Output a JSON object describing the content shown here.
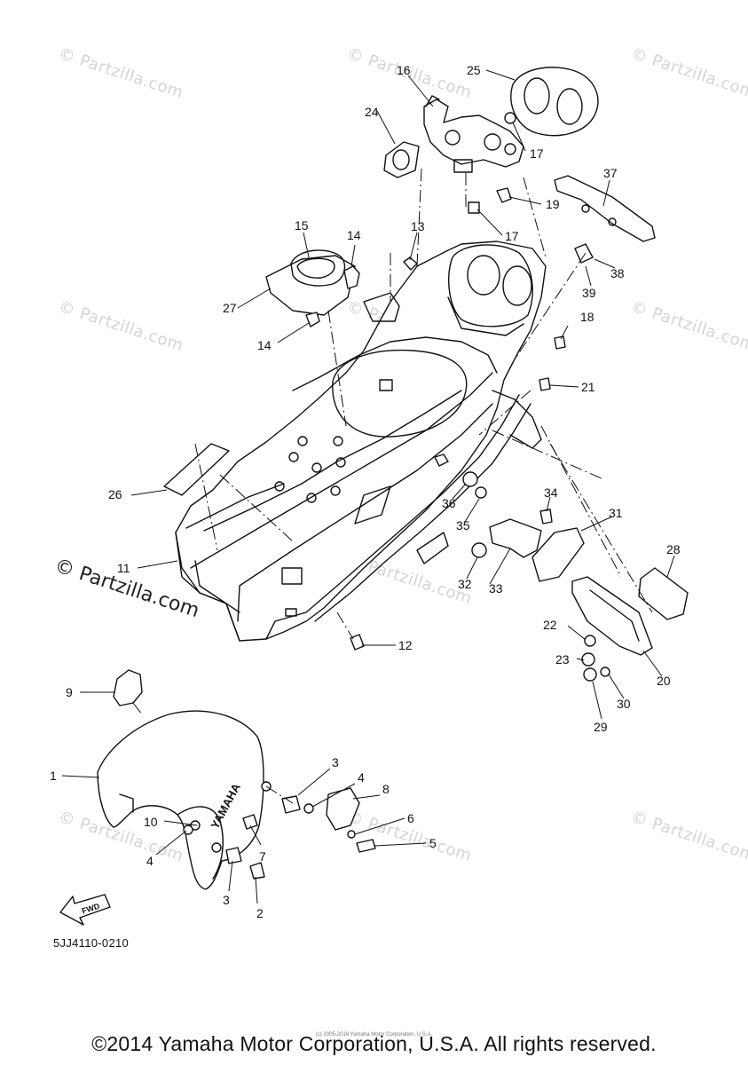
{
  "watermark": {
    "text": "© Partzilla.com",
    "main_text": "© Partzilla.com"
  },
  "callouts": [
    "1",
    "2",
    "3",
    "3",
    "4",
    "4",
    "5",
    "6",
    "7",
    "8",
    "9",
    "10",
    "11",
    "12",
    "13",
    "14",
    "14",
    "15",
    "16",
    "17",
    "17",
    "18",
    "19",
    "20",
    "21",
    "22",
    "23",
    "24",
    "25",
    "26",
    "27",
    "28",
    "29",
    "30",
    "31",
    "32",
    "33",
    "34",
    "35",
    "36",
    "37",
    "38",
    "39"
  ],
  "fwd_label": "FWD",
  "brand_label": "YAMAHA",
  "reference_code": "5JJ4110-0210",
  "small_copyright": "(c) 2005-2016 Yamaha Motor Corporation, U.S.A.",
  "copyright": "©2014 Yamaha Motor Corporation, U.S.A. All rights reserved."
}
